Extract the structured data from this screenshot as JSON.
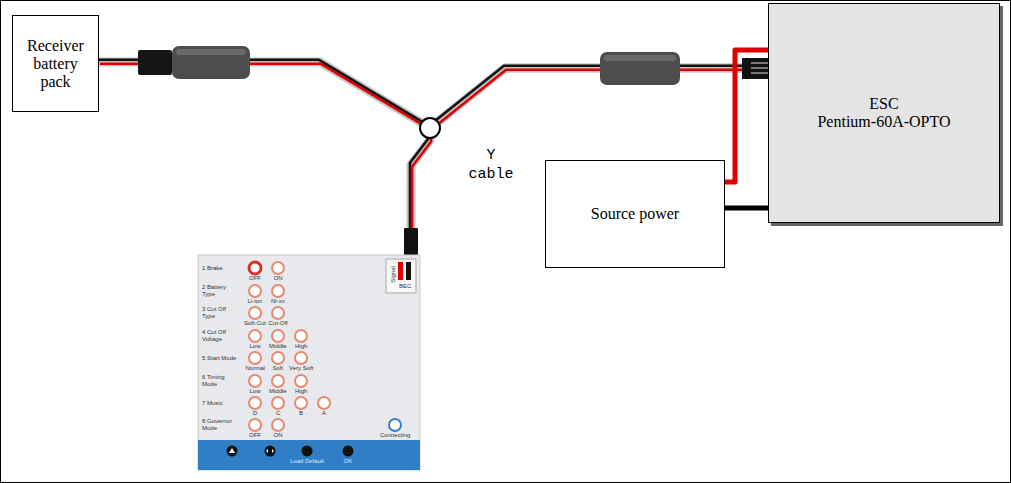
{
  "diagram": {
    "nodes": [
      {
        "text": [
          "Receiver battery pack"
        ]
      },
      {
        "text": [
          "ESC",
          "Pentium-60A-OPTO"
        ]
      },
      {
        "text": [
          "Source power"
        ]
      },
      {
        "text": [
          "Signal",
          "BEC",
          "1 Brake",
          "OFF",
          "ON",
          "2 Battery Type",
          "Li-ion",
          "Ni-xx",
          "3 Cut Off Type",
          "Soft-Cut",
          "Cut-Off",
          "4 Cut Off Voltage",
          "Low",
          "Middle",
          "High",
          "5 Start Mode",
          "Normal",
          "Soft",
          "Very Soft",
          "6 Timing Mode",
          "Low",
          "Middle",
          "High",
          "7 Music",
          "D",
          "C",
          "B",
          "A",
          "8 Governor Mode",
          "OFF",
          "ON",
          "Connecting",
          "Load Default",
          "OK"
        ]
      }
    ],
    "edges": [
      {
        "from": 0,
        "to": 1,
        "arrow": "none"
      },
      {
        "from": 3,
        "to": 1,
        "arrow": "none"
      },
      {
        "from": 2,
        "to": 1,
        "arrow": "none"
      },
      {
        "from": 2,
        "to": 1,
        "arrow": "none"
      }
    ],
    "labels": [
      "Y cable"
    ]
  }
}
